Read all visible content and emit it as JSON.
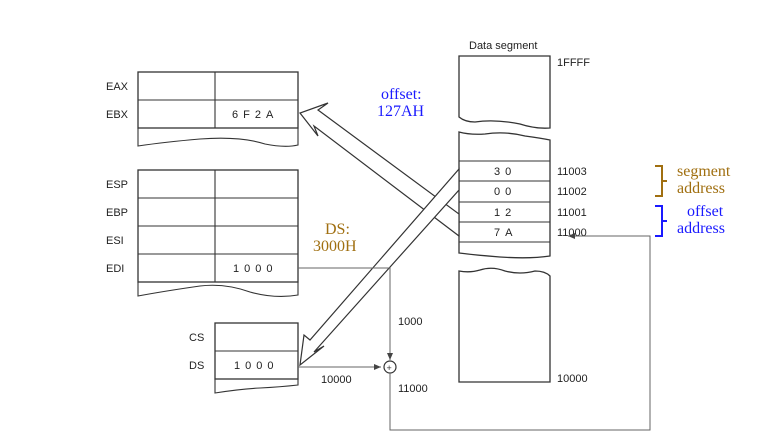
{
  "registers_general": {
    "rows": [
      {
        "name": "EAX",
        "value": ""
      },
      {
        "name": "EBX",
        "value": "6F2A"
      }
    ]
  },
  "registers_pointer": {
    "rows": [
      {
        "name": "ESP",
        "value": ""
      },
      {
        "name": "EBP",
        "value": ""
      },
      {
        "name": "ESI",
        "value": ""
      },
      {
        "name": "EDI",
        "value": "1000"
      }
    ]
  },
  "registers_segment": {
    "rows": [
      {
        "name": "CS",
        "value": ""
      },
      {
        "name": "DS",
        "value": "1000"
      }
    ]
  },
  "data_segment": {
    "title": "Data segment",
    "top_address": "1FFFF",
    "bottom_address": "10000",
    "cells": [
      {
        "value": "30",
        "address": "11003"
      },
      {
        "value": "00",
        "address": "11002"
      },
      {
        "value": "12",
        "address": "11001"
      },
      {
        "value": "7A",
        "address": "11000"
      }
    ]
  },
  "annotations": {
    "offset_label": "offset:",
    "offset_value": "127AH",
    "ds_label": "DS:",
    "ds_value": "3000H",
    "segment_address_line1": "segment",
    "segment_address_line2": "address",
    "offset_address_line1": "offset",
    "offset_address_line2": "address"
  },
  "flow_labels": {
    "edi_to_adder": "1000",
    "ds_shifted": "10000",
    "sum": "11000"
  },
  "colors": {
    "offset_blue": "#1a1aff",
    "segment_brown": "#a06f10"
  }
}
